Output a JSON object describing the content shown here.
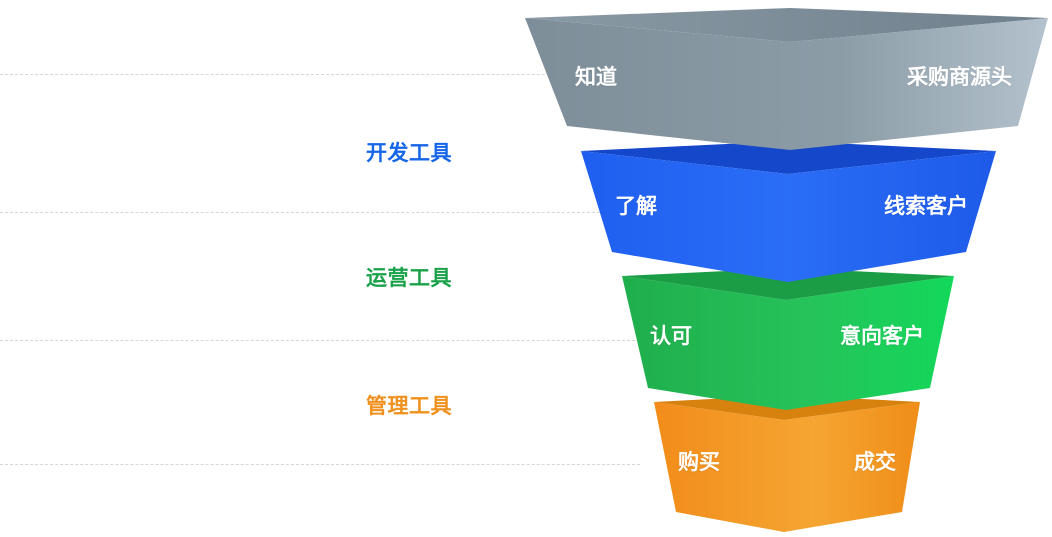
{
  "tools": [
    {
      "label": "开发工具",
      "color": "#1565e8"
    },
    {
      "label": "运营工具",
      "color": "#1aa14a"
    },
    {
      "label": "管理工具",
      "color": "#f0901d"
    }
  ],
  "funnel": [
    {
      "stage": "知道",
      "result": "采购商源头",
      "color": "#8e9ea9"
    },
    {
      "stage": "了解",
      "result": "线索客户",
      "color": "#2b6cf5"
    },
    {
      "stage": "认可",
      "result": "意向客户",
      "color": "#22c158"
    },
    {
      "stage": "购买",
      "result": "成交",
      "color": "#f39a22"
    }
  ]
}
